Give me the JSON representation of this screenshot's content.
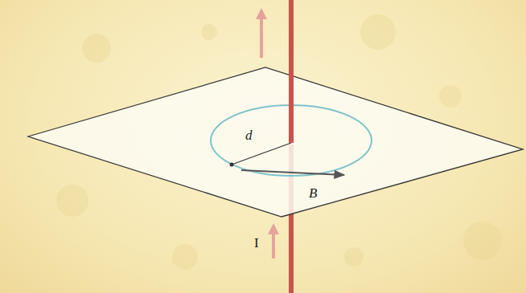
{
  "diagram": {
    "labels": [
      "d",
      "B",
      "I"
    ]
  }
}
